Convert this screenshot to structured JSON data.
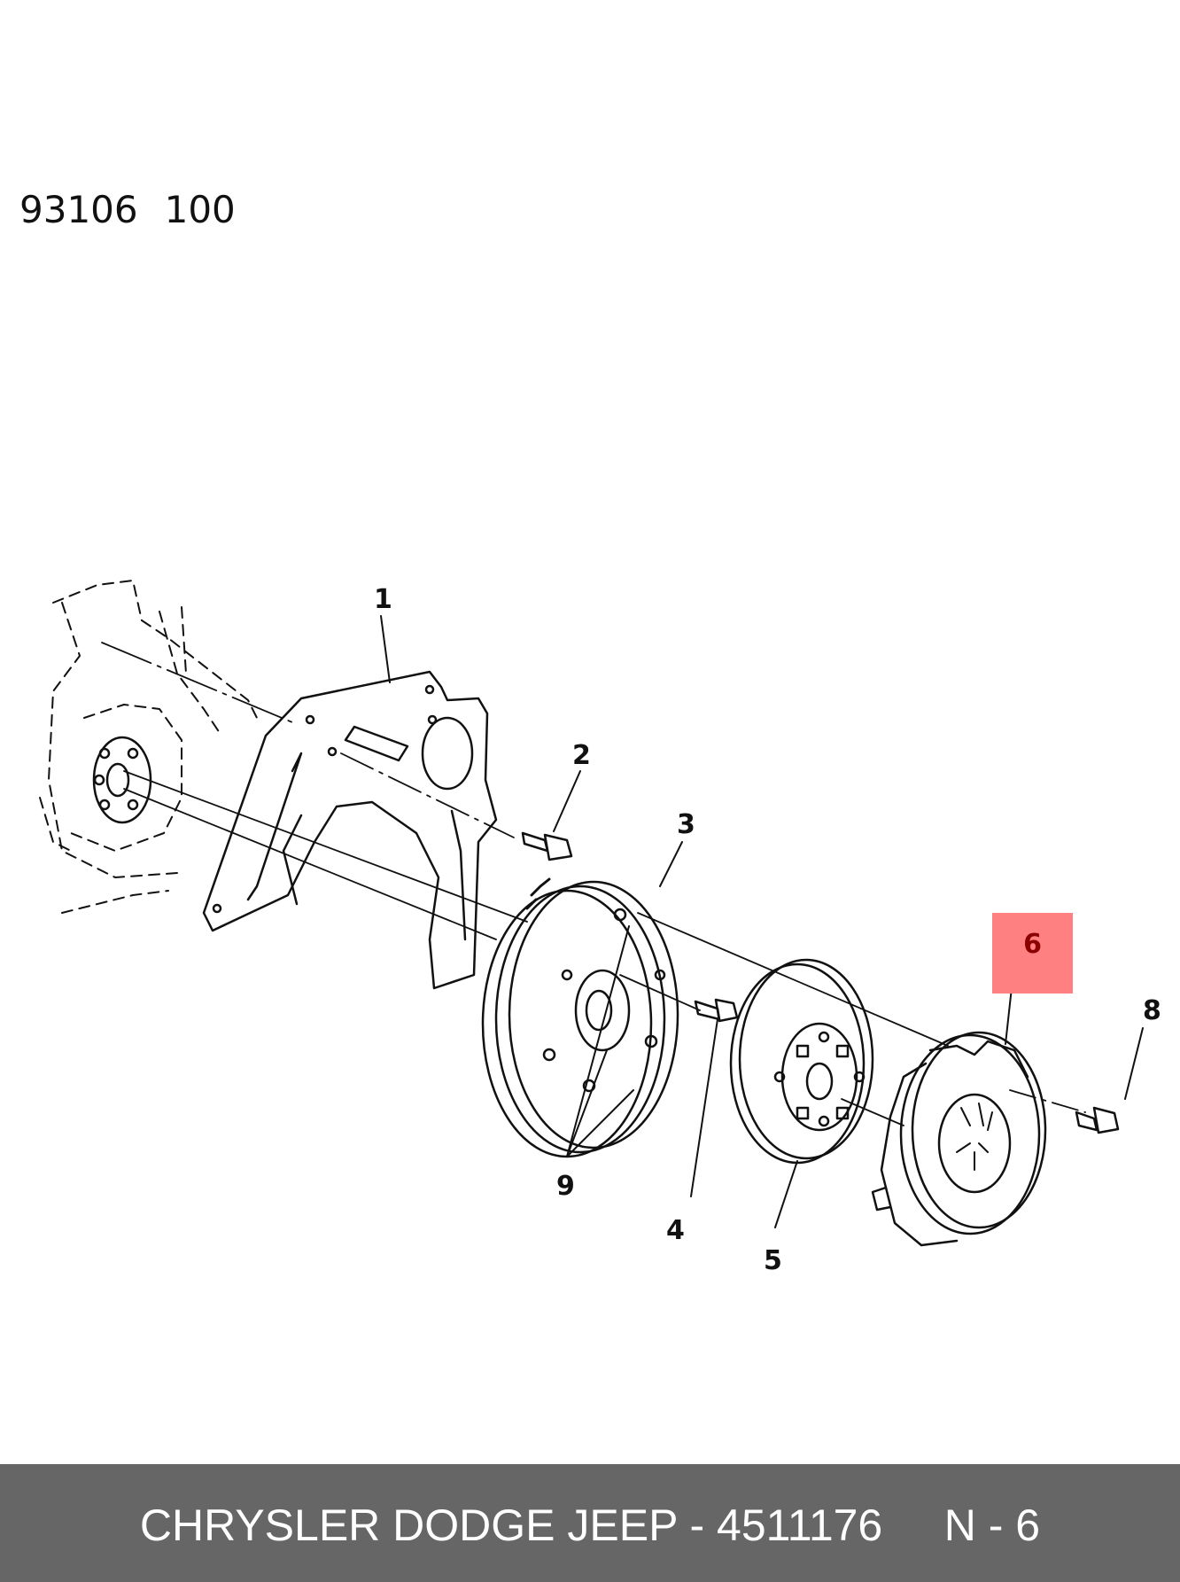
{
  "header": {
    "code_left": "93106",
    "code_right": "100"
  },
  "diagram": {
    "callouts": [
      "1",
      "2",
      "3",
      "4",
      "5",
      "6",
      "8",
      "9"
    ],
    "highlighted_callout": "6",
    "highlight_color": "#ff8080"
  },
  "footer": {
    "brand": "CHRYSLER DODGE JEEP - 4511176",
    "page": "N - 6",
    "background": "#666666"
  }
}
